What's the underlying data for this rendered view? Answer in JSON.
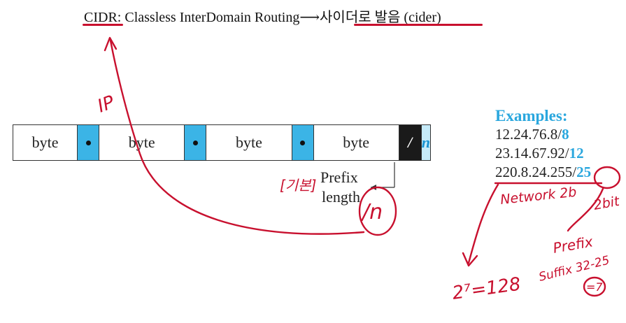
{
  "title": {
    "cidr": "CIDR",
    "rest": ": Classless InterDomain Routing",
    "arrow": "⟶",
    "korean": "사이더로 발음",
    "paren": " (cider)"
  },
  "address": {
    "cells": [
      {
        "kind": "byte",
        "label": "byte"
      },
      {
        "kind": "dot"
      },
      {
        "kind": "byte",
        "label": "byte"
      },
      {
        "kind": "dot"
      },
      {
        "kind": "byte",
        "label": "byte"
      },
      {
        "kind": "dot"
      },
      {
        "kind": "byte",
        "label": "byte"
      },
      {
        "kind": "slash",
        "label": "/"
      },
      {
        "kind": "n",
        "label": "n"
      }
    ],
    "prefix_label_line1": "Prefix",
    "prefix_label_line2": "length"
  },
  "examples": {
    "heading": "Examples:",
    "items": [
      {
        "addr": "12.24.76.8/",
        "prefix": "8"
      },
      {
        "addr": "23.14.67.92/",
        "prefix": "12"
      },
      {
        "addr": "220.8.24.255/",
        "prefix": "25"
      }
    ]
  },
  "handwriting": {
    "ip": "IP",
    "basic": "[기본]",
    "slash_n": "/n",
    "network": "Network 2b",
    "two_pow": "2⁷=128",
    "prefix": "Prefix",
    "suffix": "Suffix 32-25",
    "eq7": "=7",
    "twobit": "2bit"
  },
  "colors": {
    "annotation_red": "#c8102e",
    "dot_blue": "#3bb4e6",
    "n_cell": "#c6ebf9",
    "example_blue": "#2aa7de"
  }
}
